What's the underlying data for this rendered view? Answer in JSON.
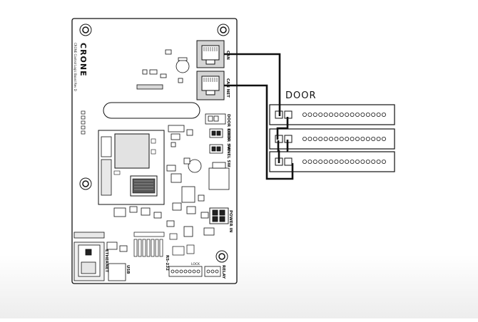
{
  "diagram": {
    "door_label": "DOOR",
    "board": {
      "brand": "CRONE",
      "subtitle": "CRONE Control Logic Board Rev D",
      "labels": {
        "can_top": "CAN",
        "can_net": "CAN NET",
        "door_lock": "DOOR LOCK",
        "door_sw": "DOOR SW",
        "panel_sw": "PANEL SW",
        "power_in": "POWER IN",
        "usb": "USB",
        "ethernet": "ETHERNET",
        "rs232": "RS-232",
        "lock": "LOCK",
        "relay": "RELAY"
      }
    },
    "readers": [
      {
        "dots": 16
      },
      {
        "dots": 16
      },
      {
        "dots": 16
      }
    ]
  }
}
